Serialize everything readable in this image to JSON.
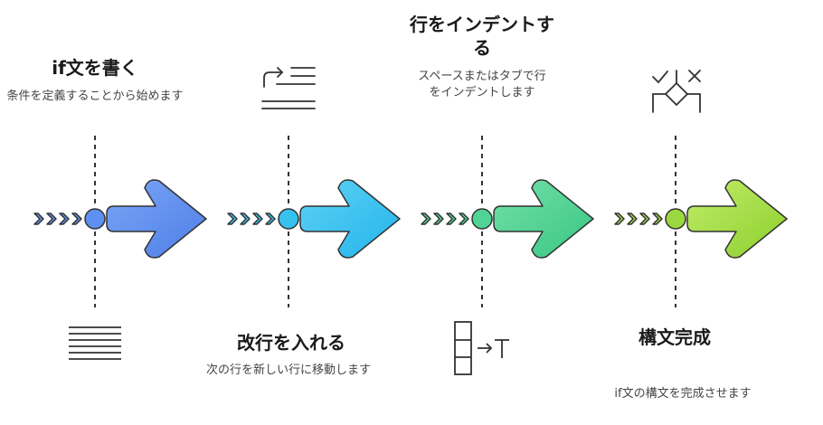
{
  "steps": [
    {
      "title": "if文を書く",
      "desc": "条件を定義することから始めます",
      "color": "#5f8ff0",
      "position": "top"
    },
    {
      "title": "改行を入れる",
      "desc": "次の行を新しい行に移動します",
      "color": "#36c2ee",
      "position": "bottom"
    },
    {
      "title": "行をインデントする",
      "desc": "スペースまたはタブで行をインデントします",
      "color": "#4fd495",
      "position": "top"
    },
    {
      "title": "構文完成",
      "desc": "if文の構文を完成させます",
      "color": "#9bd83f",
      "position": "bottom"
    }
  ],
  "icons": [
    "text-lines-icon",
    "return-lines-icon",
    "table-arrow-t-icon",
    "check-cross-diamond-icon"
  ]
}
